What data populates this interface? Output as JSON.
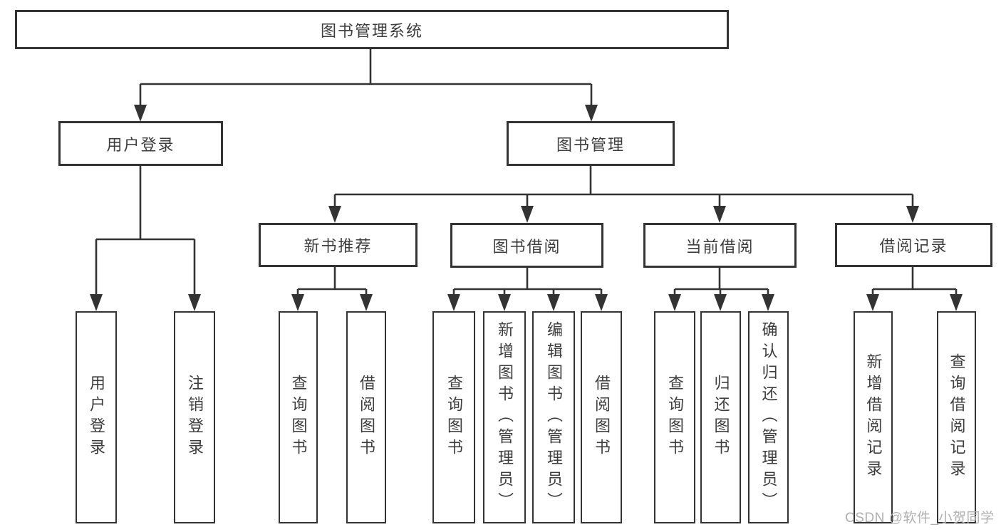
{
  "tree": {
    "root": {
      "label": "图书管理系统"
    },
    "branches": [
      {
        "label": "用户登录",
        "leaves": [
          "用户登录",
          "注销登录"
        ]
      },
      {
        "label": "图书管理",
        "groups": [
          {
            "label": "新书推荐",
            "leaves": [
              "查询图书",
              "借阅图书"
            ]
          },
          {
            "label": "图书借阅",
            "leaves": [
              "查询图书",
              "新增图书（管理员）",
              "编辑图书（管理员）",
              "借阅图书"
            ]
          },
          {
            "label": "当前借阅",
            "leaves": [
              "查询图书",
              "归还图书",
              "确认归还（管理员）"
            ]
          },
          {
            "label": "借阅记录",
            "leaves": [
              "新增借阅记录",
              "查询借阅记录"
            ]
          }
        ]
      }
    ]
  },
  "watermark": {
    "text": "CSDN @软件_小贺同学"
  },
  "colors": {
    "line": "#333333",
    "border": "#333333",
    "box_fill": "#ffffff",
    "text": "#3d3d3d",
    "background": "#ffffff",
    "watermark": "#b0b0b0"
  }
}
